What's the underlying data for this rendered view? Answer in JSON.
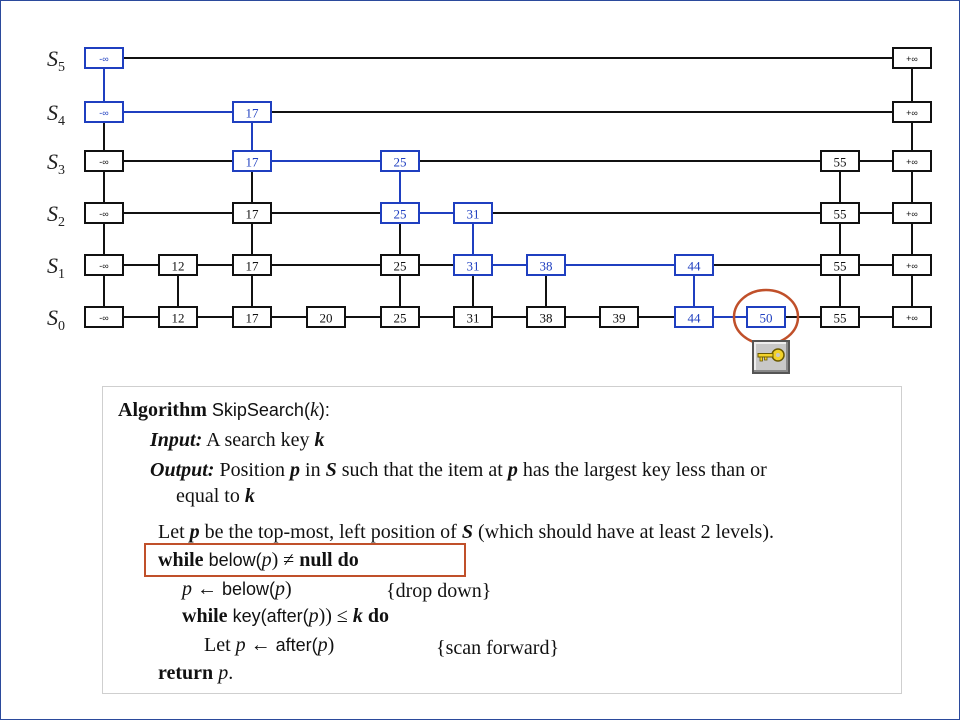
{
  "diagram": {
    "levels": [
      {
        "name": "S",
        "sub": "0",
        "keys": [
          "-∞",
          "12",
          "17",
          "20",
          "25",
          "31",
          "38",
          "39",
          "44",
          "50",
          "55",
          "+∞"
        ]
      },
      {
        "name": "S",
        "sub": "1",
        "keys": [
          "-∞",
          "12",
          "17",
          "25",
          "31",
          "38",
          "44",
          "55",
          "+∞"
        ]
      },
      {
        "name": "S",
        "sub": "2",
        "keys": [
          "-∞",
          "17",
          "25",
          "31",
          "55",
          "+∞"
        ]
      },
      {
        "name": "S",
        "sub": "3",
        "keys": [
          "-∞",
          "17",
          "25",
          "55",
          "+∞"
        ]
      },
      {
        "name": "S",
        "sub": "4",
        "keys": [
          "-∞",
          "17",
          "+∞"
        ]
      },
      {
        "name": "S",
        "sub": "5",
        "keys": [
          "-∞",
          "+∞"
        ]
      }
    ],
    "search_path": [
      {
        "level": 5,
        "key": "-∞"
      },
      {
        "level": 4,
        "key": "-∞"
      },
      {
        "level": 4,
        "key": "17"
      },
      {
        "level": 3,
        "key": "17"
      },
      {
        "level": 3,
        "key": "25"
      },
      {
        "level": 2,
        "key": "25"
      },
      {
        "level": 2,
        "key": "31"
      },
      {
        "level": 1,
        "key": "31"
      },
      {
        "level": 1,
        "key": "38"
      },
      {
        "level": 1,
        "key": "44"
      },
      {
        "level": 0,
        "key": "44"
      },
      {
        "level": 0,
        "key": "50"
      }
    ],
    "found_key": "50",
    "colors": {
      "normal": "#111111",
      "path": "#1f3fc0",
      "highlight": "#c0502a"
    },
    "icon": "key-icon"
  },
  "algorithm": {
    "kw_algorithm": "Algorithm",
    "name": "SkipSearch(",
    "name_arg": "k",
    "name_end": "):",
    "input_label": "Input:",
    "input_text": "A search key ",
    "input_var": "k",
    "output_label": "Output:",
    "output_text1": "Position ",
    "output_p": "p",
    "output_text2": " in ",
    "output_S": "S",
    "output_text3": " such that the item at ",
    "output_p2": "p",
    "output_text4": " has the largest key less than or",
    "output_text5": "equal to ",
    "output_k": "k",
    "let_text1": "Let ",
    "let_p": "p",
    "let_text2": " be the top-most, left position of ",
    "let_S": "S",
    "let_text3": " (which should have at least 2 levels).",
    "while1_kw": "while",
    "while1_fn": "below(",
    "while1_p": "p",
    "while1_close": ") ≠ ",
    "while1_null": "null",
    "while1_do": "do",
    "assign1_p": "p",
    "assign1_arrow": " ← ",
    "assign1_fn": "below(",
    "assign1_p2": "p",
    "assign1_close": ")",
    "comment1": "{drop down}",
    "while2_kw": "while",
    "while2_fn": "key(after(",
    "while2_p": "p",
    "while2_close": ")) ≤ ",
    "while2_k": "k",
    "while2_do": "do",
    "let2_text": "Let ",
    "let2_p": "p",
    "let2_arrow": " ← ",
    "let2_fn": "after(",
    "let2_p2": "p",
    "let2_close": ")",
    "comment2": "{scan forward}",
    "return_kw": "return",
    "return_p": "p",
    "return_dot": "."
  }
}
